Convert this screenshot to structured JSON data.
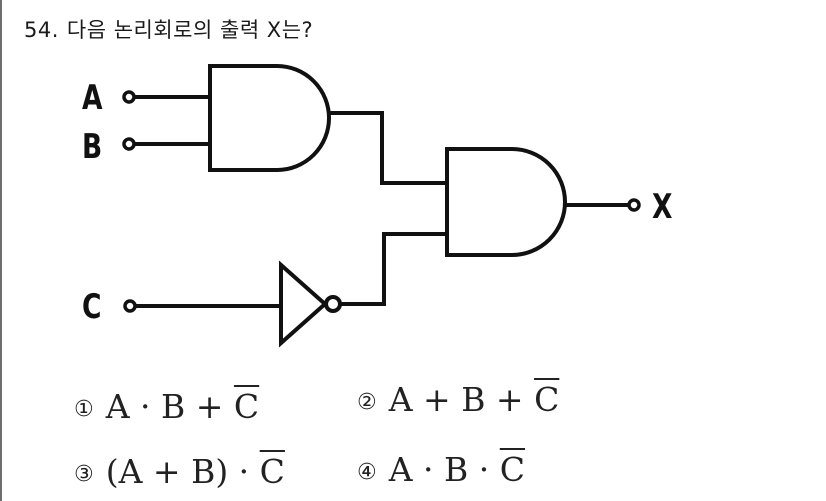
{
  "question": {
    "number": "54.",
    "text": "다음 논리회로의 출력 X는?"
  },
  "circuit": {
    "inputs": [
      "A",
      "B",
      "C"
    ],
    "output": "X",
    "gates": [
      {
        "id": "and1",
        "type": "AND",
        "inputs": [
          "A",
          "B"
        ]
      },
      {
        "id": "not1",
        "type": "NOT",
        "inputs": [
          "C"
        ]
      },
      {
        "id": "and2",
        "type": "AND",
        "inputs": [
          "and1",
          "not1"
        ],
        "output": "X"
      }
    ],
    "labels": {
      "a": "A",
      "b": "B",
      "c": "C",
      "x": "X"
    }
  },
  "choices": [
    {
      "marker": "①",
      "expr_main": "A · B + ",
      "expr_bar": "C"
    },
    {
      "marker": "②",
      "expr_main": "A + B + ",
      "expr_bar": "C"
    },
    {
      "marker": "③",
      "expr_main": "(A + B) · ",
      "expr_bar": "C"
    },
    {
      "marker": "④",
      "expr_main": "A · B · ",
      "expr_bar": "C"
    }
  ]
}
